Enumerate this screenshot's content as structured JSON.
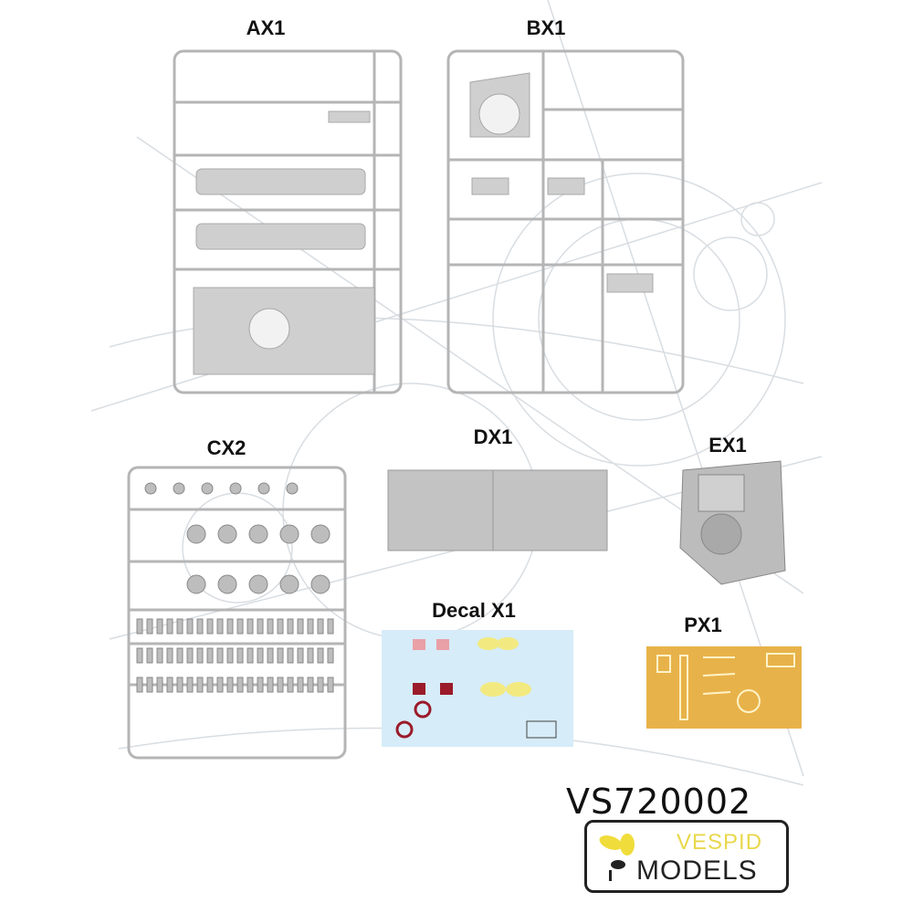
{
  "sprues": {
    "ax1": "AX1",
    "bx1": "BX1",
    "cx2": "CX2",
    "dx1": "DX1",
    "ex1": "EX1",
    "decal": "Decal X1",
    "px1": "PX1"
  },
  "product_code": "VS720002",
  "brand": {
    "line1": "VESPID",
    "line2": "MODELS"
  },
  "colors": {
    "sprue": "#c9c9c9",
    "decal_bg": "#d6ecf8",
    "photoetch": "#e8b24a",
    "logo_yellow": "#e8d84a"
  }
}
